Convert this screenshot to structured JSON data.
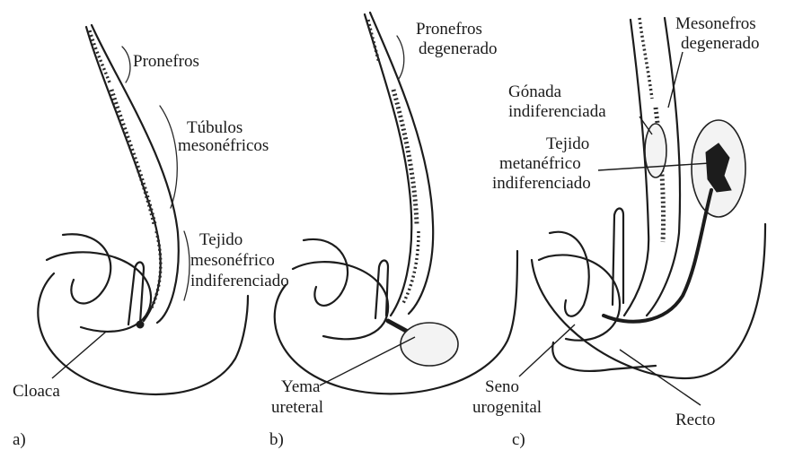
{
  "panels": {
    "a": {
      "panel_label": "a)",
      "labels": {
        "pronefros": "Pronefros",
        "tubulos_line1": "Túbulos",
        "tubulos_line2": "mesonéfricos",
        "tejido_line1": "Tejido",
        "tejido_line2": "mesonéfrico",
        "tejido_line3": "indiferenciado",
        "cloaca": "Cloaca"
      }
    },
    "b": {
      "panel_label": "b)",
      "labels": {
        "pronefros_line1": "Pronefros",
        "pronefros_line2": "degenerado",
        "yema_line1": "Yema",
        "yema_line2": "ureteral"
      }
    },
    "c": {
      "panel_label": "c)",
      "labels": {
        "mesonefros_line1": "Mesonefros",
        "mesonefros_line2": "degenerado",
        "gonada_line1": "Gónada",
        "gonada_line2": "indiferenciada",
        "tejido_line1": "Tejido",
        "tejido_line2": "metanéfrico",
        "tejido_line3": "indiferenciado",
        "seno_line1": "Seno",
        "seno_line2": "urogenital",
        "recto": "Recto"
      }
    }
  }
}
